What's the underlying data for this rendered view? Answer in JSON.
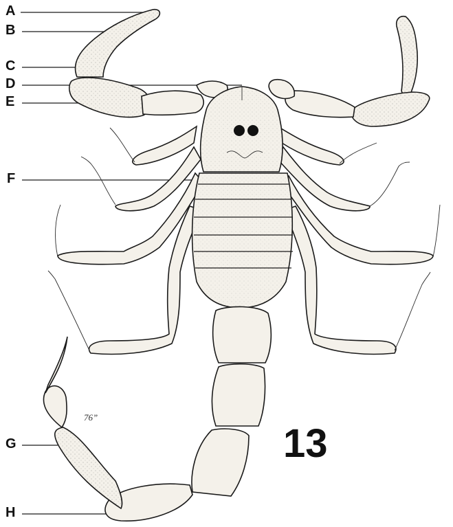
{
  "labels": {
    "a": "A",
    "b": "B",
    "c": "C",
    "d": "D",
    "e": "E",
    "f": "F",
    "g": "G",
    "h": "H"
  },
  "figure_number": "13",
  "signature": "76”",
  "colors": {
    "ink": "#1a1a1a",
    "fill": "#f4f1ea",
    "background": "#ffffff"
  }
}
